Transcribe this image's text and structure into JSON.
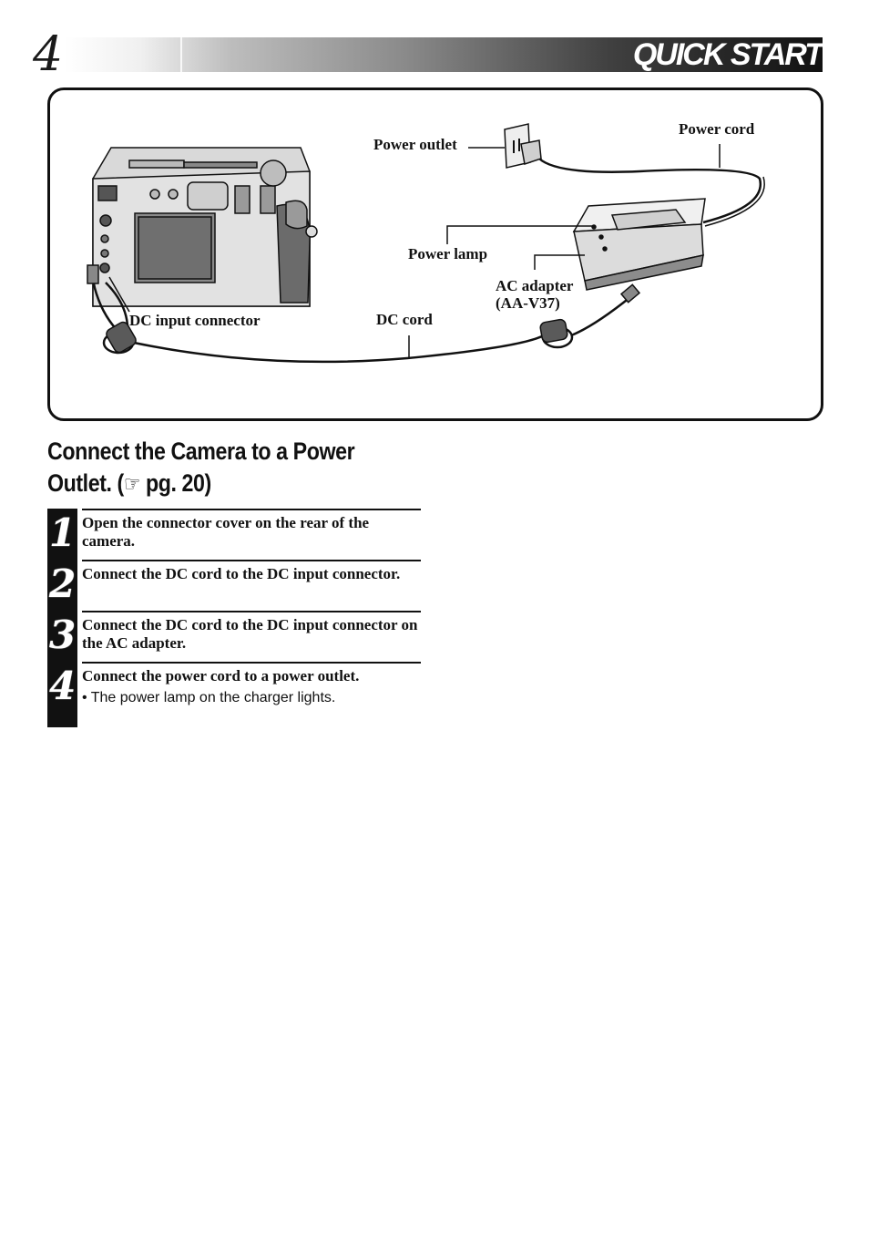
{
  "header": {
    "page_number": "4",
    "title": "QUICK START"
  },
  "diagram": {
    "labels": {
      "power_outlet": "Power outlet",
      "power_cord": "Power cord",
      "power_lamp": "Power lamp",
      "ac_adapter_line1": "AC adapter",
      "ac_adapter_line2": "(AA-V37)",
      "dc_input_connector": "DC input connector",
      "dc_cord": "DC cord"
    }
  },
  "section": {
    "title_line1": "Connect the Camera to a Power",
    "title_line2_prefix": "Outlet. (",
    "title_icon": "☞",
    "title_line2_suffix": " pg. 20)"
  },
  "steps": [
    {
      "number": "1",
      "text": "Open the connector cover on the rear of the camera.",
      "note": ""
    },
    {
      "number": "2",
      "text": "Connect the DC cord to the DC input connector.",
      "note": ""
    },
    {
      "number": "3",
      "text": "Connect the DC cord to the DC input connector on the AC adapter.",
      "note": ""
    },
    {
      "number": "4",
      "text": "Connect the power cord to a power outlet.",
      "note": "• The power lamp on the charger lights."
    }
  ]
}
